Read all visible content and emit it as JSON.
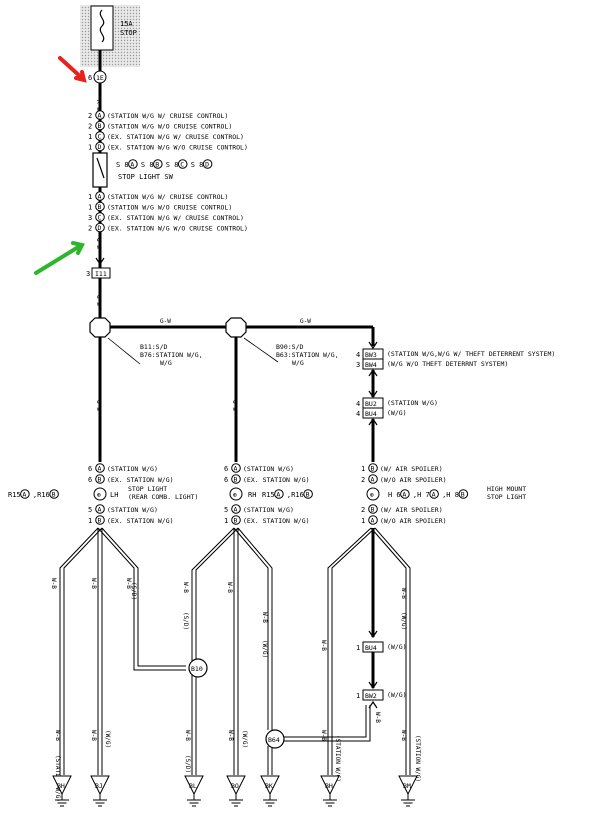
{
  "fuse": {
    "amp": "15A",
    "name": "STOP"
  },
  "colors": {
    "wire": "#000000",
    "arrow_red": "#e8231d",
    "arrow_green": "#2db52d",
    "fuse_fill": "#d9d9d9"
  },
  "icons": {
    "red_arrow": "arrow-icon",
    "green_arrow": "arrow-icon",
    "ground": "ground-icon",
    "bulb": "bulb-icon",
    "switch": "switch-icon"
  },
  "top": {
    "conn_1e_pin": "6",
    "conn_1e": "1E",
    "wire_rw": "R-W",
    "pins_above": [
      {
        "num": "2",
        "letter": "A",
        "text": "(STATION W/G W/ CRUISE CONTROL)"
      },
      {
        "num": "2",
        "letter": "B",
        "text": "(STATION W/G W/O CRUISE CONTROL)"
      },
      {
        "num": "1",
        "letter": "C",
        "text": "(EX. STATION W/G W/ CRUISE CONTROL)"
      },
      {
        "num": "1",
        "letter": "D",
        "text": "(EX. STATION W/G W/O CRUISE CONTROL)"
      }
    ],
    "switch_codes": [
      {
        "pre": "S 8",
        "letter": "A"
      },
      {
        "pre": "S 8",
        "letter": "B"
      },
      {
        "pre": "S 8",
        "letter": "C"
      },
      {
        "pre": "S 8",
        "letter": "D"
      }
    ],
    "switch_label": "STOP LIGHT SW",
    "pins_below": [
      {
        "num": "1",
        "letter": "A",
        "text": "(STATION W/G W/ CRUISE CONTROL)"
      },
      {
        "num": "1",
        "letter": "B",
        "text": "(STATION W/G W/O CRUISE CONTROL)"
      },
      {
        "num": "3",
        "letter": "C",
        "text": "(EX. STATION W/G W/ CRUISE CONTROL)"
      },
      {
        "num": "2",
        "letter": "D",
        "text": "(EX. STATION W/G W/O CRUISE CONTROL)"
      }
    ],
    "wire_gw": "G-W",
    "conn_i11_pin": "3",
    "conn_i11": "I11"
  },
  "splices": {
    "wire_gw_h1": "G-W",
    "wire_gw_h2": "G-W",
    "wire_gw_v1": "G-W",
    "wire_gw_v2": "G-W",
    "label1": [
      "B11:S/D",
      "B76:STATION W/G,",
      "W/G"
    ],
    "label2": [
      "B90:S/D",
      "B63:STATION W/G,",
      "W/G"
    ]
  },
  "right": {
    "bw3_pin": "4",
    "bw3": "BW3",
    "bw3_text": "(STATION W/G,W/G W/ THEFT DETERRENT SYSTEM)",
    "bw4_pin": "3",
    "bw4": "BW4",
    "bw4_text": "(W/G W/O THEFT DETERRNT SYSTEM)",
    "bu2_pin": "4",
    "bu2": "BU2",
    "bu2_text": "(STATION W/G)",
    "bu4_pin": "4",
    "bu4": "BU4",
    "bu4_text": "(W/G)",
    "hm_pins_top": [
      {
        "num": "1",
        "letter": "B",
        "text": "(W/ AIR SPOILER)"
      },
      {
        "num": "2",
        "letter": "A",
        "text": "(W/O AIR SPOILER)"
      }
    ],
    "hm_codes": [
      {
        "pre": "H 6",
        "letter": "A"
      },
      {
        "pre": ",H 7",
        "letter": "A"
      },
      {
        "pre": ",H 8",
        "letter": "B"
      }
    ],
    "hm_label": [
      "HIGH MOUNT",
      "STOP LIGHT"
    ],
    "hm_pins_bot": [
      {
        "num": "2",
        "letter": "B",
        "text": "(W/ AIR SPOILER)"
      },
      {
        "num": "1",
        "letter": "A",
        "text": "(W/O AIR SPOILER)"
      }
    ],
    "bu4b_pin": "1",
    "bu4b": "BU4",
    "bu4b_text": "(W/G)",
    "bw2_pin": "1",
    "bw2": "BW2",
    "bw2_text": "(W/G)",
    "wire_wb": "W-B"
  },
  "lh": {
    "pins_top": [
      {
        "num": "6",
        "letter": "A",
        "text": "(STATION W/G)"
      },
      {
        "num": "6",
        "letter": "B",
        "text": "(EX. STATION W/G)"
      }
    ],
    "codes": [
      {
        "pre": "R15",
        "letter": "A"
      },
      {
        "pre": ",R16",
        "letter": "B"
      }
    ],
    "side": "LH",
    "label": [
      "STOP LIGHT",
      "(REAR COMB. LIGHT)"
    ],
    "pins_bot": [
      {
        "num": "5",
        "letter": "A",
        "text": "(STATION W/G)"
      },
      {
        "num": "1",
        "letter": "B",
        "text": "(EX. STATION W/G)"
      }
    ]
  },
  "rh": {
    "pins_top": [
      {
        "num": "6",
        "letter": "A",
        "text": "(STATION W/G)"
      },
      {
        "num": "6",
        "letter": "B",
        "text": "(EX. STATION W/G)"
      }
    ],
    "side": "RH",
    "codes": [
      {
        "pre": "R15",
        "letter": "A"
      },
      {
        "pre": ",R16",
        "letter": "B"
      }
    ],
    "pins_bot": [
      {
        "num": "5",
        "letter": "A",
        "text": "(STATION W/G)"
      },
      {
        "num": "1",
        "letter": "B",
        "text": "(EX. STATION W/G)"
      }
    ]
  },
  "bottom_wires": {
    "wb": "W-B",
    "sd": "(S/D)",
    "wg": "(W/G)",
    "station": "(STATION W/G)"
  },
  "junctions": {
    "b10": "B10",
    "b64": "B64"
  },
  "grounds": [
    "BH",
    "BJ",
    "BL",
    "BO",
    "BK",
    "BH",
    "BM"
  ]
}
